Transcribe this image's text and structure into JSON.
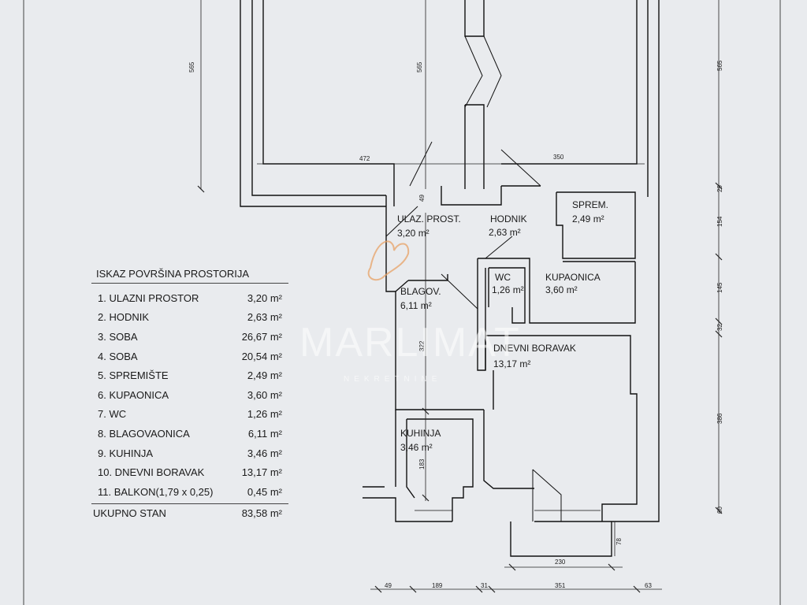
{
  "plan": {
    "dimensions": {
      "d565_left": "565",
      "d565_mid": "565",
      "d565_right": "565",
      "d472": "472",
      "d350": "350",
      "d49_top": "49",
      "d29": "29",
      "d154": "154",
      "d145": "145",
      "d32": "32",
      "d386": "386",
      "d60": "60",
      "d322": "322",
      "d183": "183",
      "d78": "78",
      "d230": "230",
      "b49": "49",
      "b189": "189",
      "b31": "31",
      "b351": "351",
      "b63": "63"
    },
    "rooms": [
      {
        "name": "ULAZ. PROST.",
        "area": "3,20 m²"
      },
      {
        "name": "HODNIK",
        "area": "2,63 m²"
      },
      {
        "name": "SPREM.",
        "area": "2,49 m²"
      },
      {
        "name": "WC",
        "area": "1,26 m²"
      },
      {
        "name": "KUPAONICA",
        "area": "3,60 m²"
      },
      {
        "name": "BLAGOV.",
        "area": "6,11 m²"
      },
      {
        "name": "DNEVNI BORAVAK",
        "area": "13,17 m²"
      },
      {
        "name": "KUHINJA",
        "area": "3,46 m²"
      }
    ],
    "watermark": {
      "main": "MARLIMAT",
      "sub": "NEKRETNINE"
    }
  },
  "legend": {
    "title": "ISKAZ POVRŠINA PROSTORIJA",
    "rows": [
      {
        "label": "1. ULAZNI PROSTOR",
        "area": "3,20 m²"
      },
      {
        "label": "2. HODNIK",
        "area": "2,63 m²"
      },
      {
        "label": "3. SOBA",
        "area": "26,67 m²"
      },
      {
        "label": "4. SOBA",
        "area": "20,54 m²"
      },
      {
        "label": "5. SPREMIŠTE",
        "area": "2,49 m²"
      },
      {
        "label": "6. KUPAONICA",
        "area": "3,60 m²"
      },
      {
        "label": "7. WC",
        "area": "1,26 m²"
      },
      {
        "label": "8. BLAGOVAONICA",
        "area": "6,11 m²"
      },
      {
        "label": "9. KUHINJA",
        "area": "3,46 m²"
      },
      {
        "label": "10. DNEVNI BORAVAK",
        "area": "13,17 m²"
      },
      {
        "label": "11. BALKON(1,79 x 0,25)",
        "area": "0,45 m²"
      }
    ],
    "total": {
      "label": "UKUPNO STAN",
      "area": "83,58 m²"
    }
  }
}
